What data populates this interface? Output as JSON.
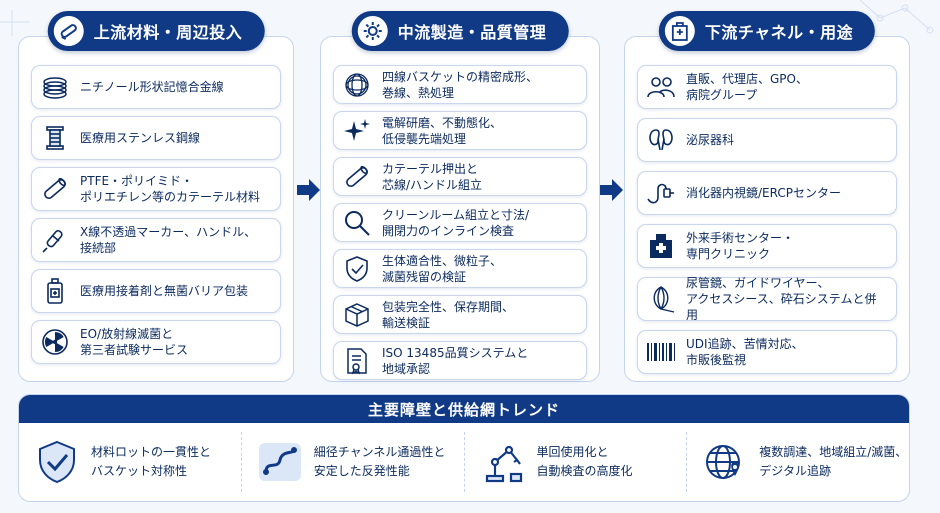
{
  "colors": {
    "navy": "#103a86",
    "border": "#c9d6ee",
    "text": "#0b2a5e"
  },
  "upstream": {
    "title": "上流材料・周辺投入",
    "header_icon": "pipe-icon",
    "items": [
      {
        "icon": "wire-coil-icon",
        "text": "ニチノール形状記憶合金線"
      },
      {
        "icon": "spool-icon",
        "text": "医療用ステンレス鋼線"
      },
      {
        "icon": "tube-icon",
        "text": "PTFE・ポリイミド・\nポリエチレン等のカテーテル材料"
      },
      {
        "icon": "catheter-handle-icon",
        "text": "X線不透過マーカー、ハンドル、\n接続部"
      },
      {
        "icon": "adhesive-bottle-icon",
        "text": "医療用接着剤と無菌バリア包装"
      },
      {
        "icon": "radiation-icon",
        "text": "EO/放射線滅菌と\n第三者試験サービス"
      }
    ]
  },
  "midstream": {
    "title": "中流製造・品質管理",
    "header_icon": "gear-icon",
    "items": [
      {
        "icon": "mesh-basket-icon",
        "text": "四線バスケットの精密成形、\n巻線、熱処理"
      },
      {
        "icon": "sparkle-icon",
        "text": "電解研磨、不動態化、\n低侵襲先端処理"
      },
      {
        "icon": "tube-icon",
        "text": "カテーテル押出と\n芯線/ハンドル組立"
      },
      {
        "icon": "magnifier-icon",
        "text": "クリーンルーム組立と寸法/\n開閉力のインライン検査"
      },
      {
        "icon": "shield-check-icon",
        "text": "生体適合性、微粒子、\n滅菌残留の検証"
      },
      {
        "icon": "package-icon",
        "text": "包装完全性、保存期間、\n輸送検証"
      },
      {
        "icon": "certificate-icon",
        "text": "ISO 13485品質システムと\n地域承認"
      }
    ]
  },
  "downstream": {
    "title": "下流チャネル・用途",
    "header_icon": "hospital-icon",
    "items": [
      {
        "icon": "people-icon",
        "text": "直販、代理店、GPO、\n病院グループ"
      },
      {
        "icon": "kidney-icon",
        "text": "泌尿器科"
      },
      {
        "icon": "endoscope-icon",
        "text": "消化器内視鏡/ERCPセンター"
      },
      {
        "icon": "clinic-icon",
        "text": "外来手術センター・\n専門クリニック"
      },
      {
        "icon": "guidewire-icon",
        "text": "尿管鏡、ガイドワイヤー、\nアクセスシース、砕石システムと併用"
      },
      {
        "icon": "barcode-icon",
        "text": "UDI追跡、苦情対応、\n市販後監視"
      }
    ]
  },
  "trends": {
    "title": "主要障壁と供給網トレンド",
    "items": [
      {
        "icon": "shield-check-icon",
        "text": "材料ロットの一貫性と\nバスケット対称性"
      },
      {
        "icon": "curved-channel-icon",
        "text": "細径チャンネル通過性と\n安定した反発性能"
      },
      {
        "icon": "robot-arm-icon",
        "text": "単回使用化と\n自動検査の高度化"
      },
      {
        "icon": "globe-network-icon",
        "text": "複数調達、地域組立/滅菌、\nデジタル追跡"
      }
    ]
  }
}
